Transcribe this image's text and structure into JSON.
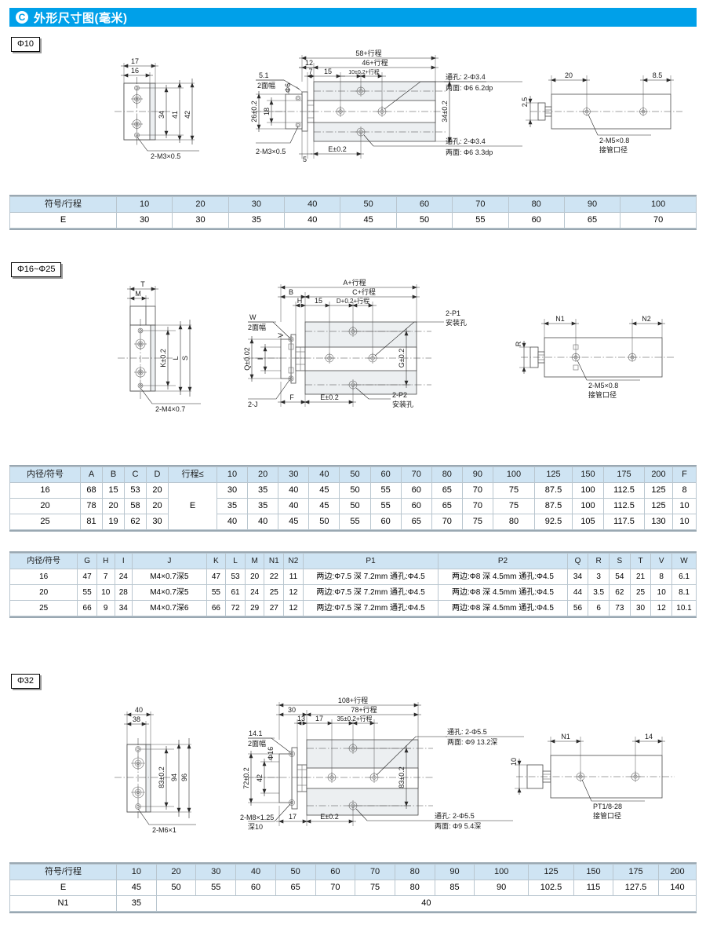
{
  "header": {
    "icon": "circle-c-icon",
    "badge_letter": "C",
    "title": "外形尺寸图(毫米)",
    "accent_color": "#00A0E9"
  },
  "sections": [
    {
      "label": "Φ10"
    },
    {
      "label": "Φ16~Φ25"
    },
    {
      "label": "Φ32"
    }
  ],
  "drawings": {
    "phi10": {
      "view_left": {
        "dims": [
          "17",
          "16",
          "34",
          "41",
          "42"
        ],
        "callouts": [
          "2-M3×0.5"
        ]
      },
      "view_front": {
        "dims": [
          "58+行程",
          "46+行程",
          "12",
          "7",
          "15",
          "10±0.2+行程",
          "5.1",
          "2面幅",
          "Φ6",
          "26±0.2",
          "18",
          "5",
          "E±0.2",
          "34±0.2"
        ],
        "callouts": [
          "2-M3×0.5",
          "通孔: 2-Φ3.4",
          "两面: Φ6  6.2dp",
          "通孔: 2-Φ3.4",
          "两面: Φ6  3.3dp"
        ]
      },
      "view_top": {
        "dims": [
          "2.5",
          "20",
          "8.5"
        ],
        "callouts": [
          "2-M5×0.8",
          "接管口径"
        ]
      }
    },
    "phi16_25": {
      "view_left": {
        "dims": [
          "T",
          "M",
          "K±0.2",
          "L",
          "S"
        ],
        "callouts": [
          "2-M4×0.7"
        ]
      },
      "view_front": {
        "dims": [
          "A+行程",
          "C+行程",
          "B",
          "H",
          "15",
          "D+0.2+行程",
          "W",
          "2面幅",
          "V",
          "Q±0.02",
          "I",
          "F",
          "E±0.2",
          "G±0.2"
        ],
        "callouts": [
          "2-J",
          "2-P1",
          "安装孔",
          "2-P2",
          "安装孔"
        ]
      },
      "view_top": {
        "dims": [
          "R",
          "N1",
          "N2"
        ],
        "callouts": [
          "2-M5×0.8",
          "接管口径"
        ]
      }
    },
    "phi32": {
      "view_left": {
        "dims": [
          "40",
          "38",
          "83±0.2",
          "94",
          "96"
        ],
        "callouts": [
          "2-M6×1"
        ]
      },
      "view_front": {
        "dims": [
          "108+行程",
          "78+行程",
          "30",
          "13",
          "17",
          "35±0.2+行程",
          "14.1",
          "2面幅",
          "Φ16",
          "72±0.2",
          "42",
          "17",
          "E±0.2",
          "83±0.2"
        ],
        "callouts": [
          "2-M8×1.25",
          "深10",
          "通孔: 2-Φ5.5",
          "两面: Φ9  13.2深",
          "通孔: 2-Φ5.5",
          "两面: Φ9  5.4深"
        ]
      },
      "view_top": {
        "dims": [
          "10",
          "N1",
          "14"
        ],
        "callouts": [
          "PT1/8-28",
          "接管口径"
        ]
      }
    }
  },
  "table_phi10": {
    "headers": [
      "符号/行程",
      "10",
      "20",
      "30",
      "40",
      "50",
      "60",
      "70",
      "80",
      "90",
      "100"
    ],
    "rows": [
      [
        "E",
        "30",
        "30",
        "35",
        "40",
        "45",
        "50",
        "55",
        "60",
        "65",
        "70"
      ]
    ]
  },
  "table_phi16_25_a": {
    "headers": [
      "内径/符号",
      "A",
      "B",
      "C",
      "D",
      "行程≤",
      "10",
      "20",
      "30",
      "40",
      "50",
      "60",
      "70",
      "80",
      "90",
      "100",
      "125",
      "150",
      "175",
      "200",
      "F"
    ],
    "stroke_symbol": "E",
    "rows": [
      [
        "16",
        "68",
        "15",
        "53",
        "20",
        "30",
        "35",
        "40",
        "45",
        "50",
        "55",
        "60",
        "65",
        "70",
        "75",
        "87.5",
        "100",
        "112.5",
        "125",
        "8"
      ],
      [
        "20",
        "78",
        "20",
        "58",
        "20",
        "35",
        "35",
        "40",
        "45",
        "50",
        "55",
        "60",
        "65",
        "70",
        "75",
        "87.5",
        "100",
        "112.5",
        "125",
        "10"
      ],
      [
        "25",
        "81",
        "19",
        "62",
        "30",
        "40",
        "40",
        "45",
        "50",
        "55",
        "60",
        "65",
        "70",
        "75",
        "80",
        "92.5",
        "105",
        "117.5",
        "130",
        "10"
      ]
    ]
  },
  "table_phi16_25_b": {
    "headers": [
      "内径/符号",
      "G",
      "H",
      "I",
      "J",
      "K",
      "L",
      "M",
      "N1",
      "N2",
      "P1",
      "P2",
      "Q",
      "R",
      "S",
      "T",
      "V",
      "W"
    ],
    "rows": [
      [
        "16",
        "47",
        "7",
        "24",
        "M4×0.7深5",
        "47",
        "53",
        "20",
        "22",
        "11",
        "两边:Φ7.5 深 7.2mm  通孔:Φ4.5",
        "两边:Φ8 深 4.5mm  通孔:Φ4.5",
        "34",
        "3",
        "54",
        "21",
        "8",
        "6.1"
      ],
      [
        "20",
        "55",
        "10",
        "28",
        "M4×0.7深5",
        "55",
        "61",
        "24",
        "25",
        "12",
        "两边:Φ7.5 深 7.2mm  通孔:Φ4.5",
        "两边:Φ8 深 4.5mm  通孔:Φ4.5",
        "44",
        "3.5",
        "62",
        "25",
        "10",
        "8.1"
      ],
      [
        "25",
        "66",
        "9",
        "34",
        "M4×0.7深6",
        "66",
        "72",
        "29",
        "27",
        "12",
        "两边:Φ7.5 深 7.2mm  通孔:Φ4.5",
        "两边:Φ8 深 4.5mm  通孔:Φ4.5",
        "56",
        "6",
        "73",
        "30",
        "12",
        "10.1"
      ]
    ]
  },
  "table_phi32": {
    "headers": [
      "符号/行程",
      "10",
      "20",
      "30",
      "40",
      "50",
      "60",
      "70",
      "80",
      "90",
      "100",
      "125",
      "150",
      "175",
      "200"
    ],
    "rows": [
      [
        "E",
        "45",
        "50",
        "55",
        "60",
        "65",
        "70",
        "75",
        "80",
        "85",
        "90",
        "102.5",
        "115",
        "127.5",
        "140"
      ]
    ],
    "n1_label": "N1",
    "n1_first": "35",
    "n1_rest": "40"
  }
}
